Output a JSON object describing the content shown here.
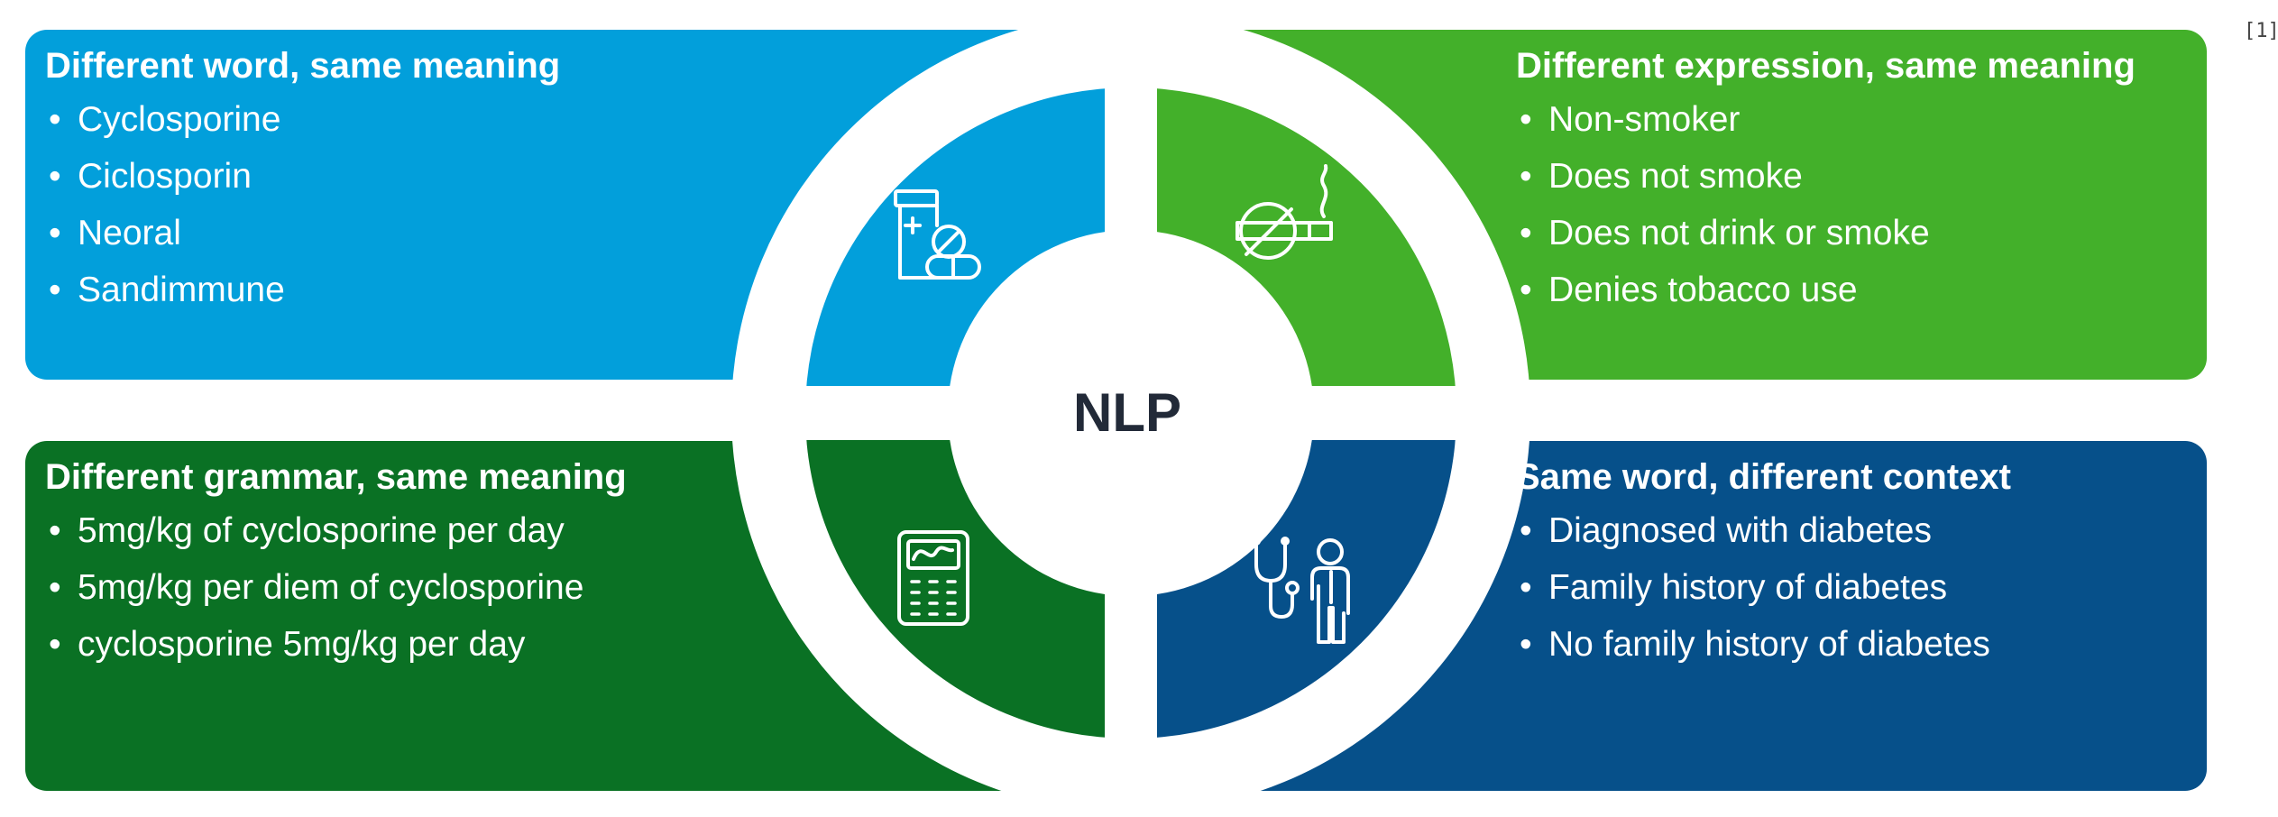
{
  "center_label": "NLP",
  "reference_marker": "[1]",
  "panels": {
    "top_left": {
      "title": "Different word, same meaning",
      "items": [
        "Cyclosporine",
        "Ciclosporin",
        "Neoral",
        "Sandimmune"
      ],
      "color": "#029fdb",
      "icon": "medicine-bottle-pills-icon"
    },
    "top_right": {
      "title": "Different expression, same meaning",
      "items": [
        "Non-smoker",
        "Does not smoke",
        "Does not drink or smoke",
        "Denies tobacco use"
      ],
      "color": "#43b02a",
      "icon": "no-smoking-icon"
    },
    "bottom_left": {
      "title": "Different grammar, same meaning",
      "items": [
        "5mg/kg of cyclosporine per day",
        "5mg/kg per diem of cyclosporine",
        "cyclosporine 5mg/kg per day"
      ],
      "color": "#0a7124",
      "icon": "medical-monitor-icon"
    },
    "bottom_right": {
      "title": "Same word, different context",
      "items": [
        "Diagnosed with diabetes",
        "Family history of diabetes",
        "No family history of diabetes"
      ],
      "color": "#06508a",
      "icon": "doctor-stethoscope-icon"
    }
  }
}
